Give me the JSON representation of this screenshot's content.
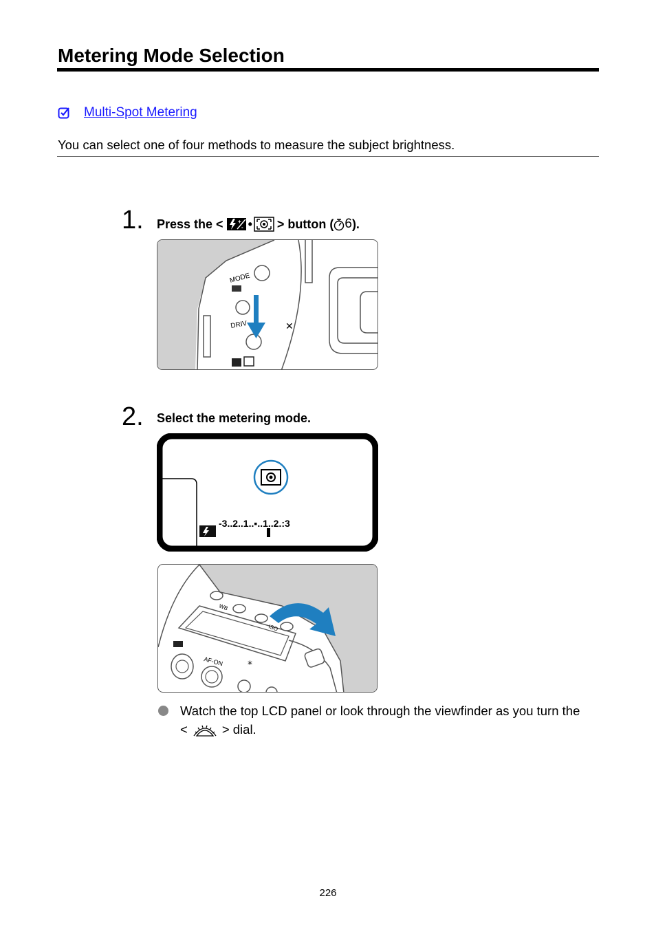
{
  "header": {
    "title": "Metering Mode Selection"
  },
  "related": {
    "link_label": "Multi-Spot Metering"
  },
  "intro": "You can select one of four methods to measure the subject brightness.",
  "steps": [
    {
      "number": "1.",
      "text_before": "Press the <",
      "text_middle": "•",
      "text_after": "> button (",
      "timer_value": "6",
      "text_end": ")."
    },
    {
      "number": "2.",
      "text": "Select the metering mode."
    }
  ],
  "illustrations": {
    "step1": {
      "label_mode": "MODE",
      "label_drive": "DRIV"
    },
    "lcd": {
      "scale": "-3..2..1..▪..1..2.:3"
    },
    "top_camera": {
      "label_afon": "AF-ON",
      "label_iso": "ISO",
      "label_wb": "WB"
    }
  },
  "bullet": {
    "text_line1": "Watch the top LCD panel or look through the viewfinder as you turn the",
    "text_line2_before": "<",
    "text_line2_after": "> dial."
  },
  "footer": {
    "page_number": "226"
  },
  "colors": {
    "link": "#1a1aff",
    "arrow": "#1f7fc0",
    "lcd_ring": "#1f7fc0",
    "gray_fill": "#d0d0d0"
  }
}
